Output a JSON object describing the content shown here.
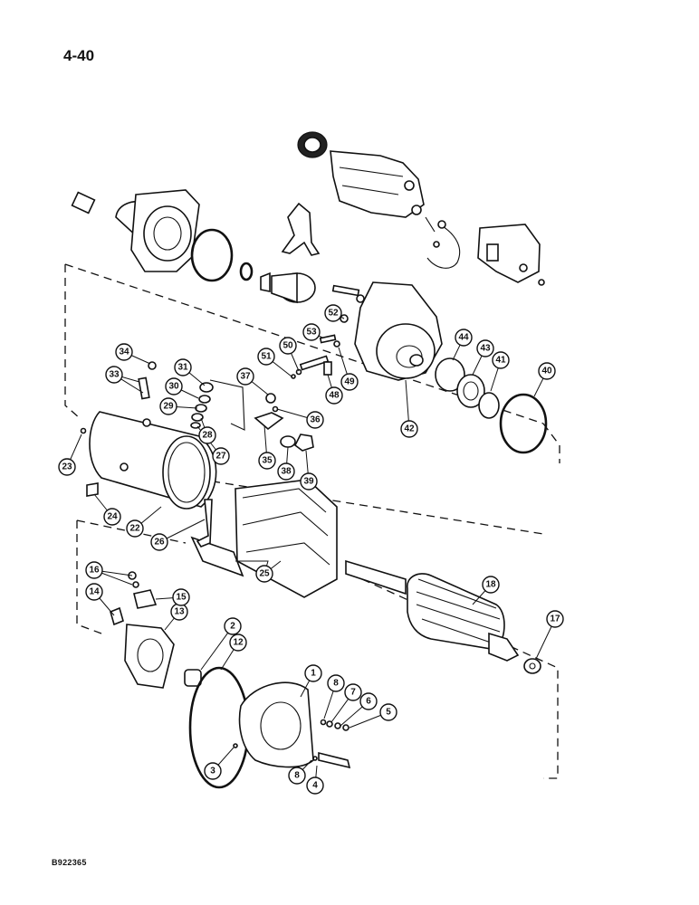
{
  "page_number": "4-40",
  "figure_code": "B922365",
  "callouts": [
    "1",
    "2",
    "3",
    "4",
    "5",
    "6",
    "7",
    "8",
    "8",
    "12",
    "13",
    "14",
    "15",
    "16",
    "17",
    "18",
    "22",
    "23",
    "24",
    "25",
    "26",
    "27",
    "28",
    "29",
    "30",
    "31",
    "33",
    "34",
    "35",
    "36",
    "37",
    "38",
    "39",
    "40",
    "41",
    "42",
    "43",
    "44",
    "48",
    "49",
    "50",
    "51",
    "52",
    "53"
  ]
}
